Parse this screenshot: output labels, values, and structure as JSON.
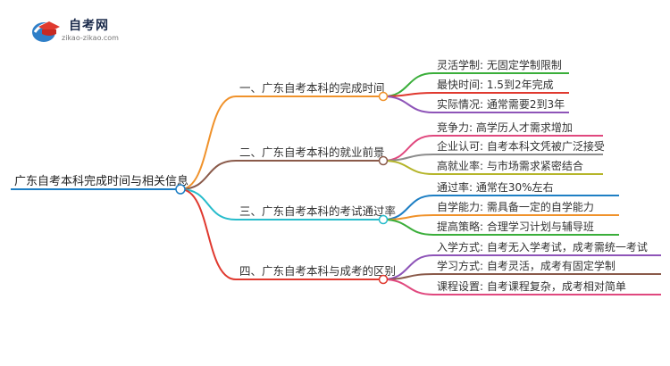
{
  "logo": {
    "name": "自考网",
    "domain": "zikao-zikao.com",
    "icon": "graduation-cap-icon"
  },
  "mindmap": {
    "root": "广东自考本科完成时间与相关信息",
    "branches": [
      {
        "label": "一、广东自考本科的完成时间",
        "color": "#f0922b",
        "leaves": [
          {
            "label": "灵活学制: 无固定学制限制",
            "color": "#3aae3a"
          },
          {
            "label": "最快时间: 1.5到2年完成",
            "color": "#e0392f"
          },
          {
            "label": "实际情况: 通常需要2到3年",
            "color": "#8e54b8"
          }
        ]
      },
      {
        "label": "二、广东自考本科的就业前景",
        "color": "#8a5a4a",
        "leaves": [
          {
            "label": "竞争力: 高学历人才需求增加",
            "color": "#e0487e"
          },
          {
            "label": "企业认可: 自考本科文凭被广泛接受",
            "color": "#8c8c8c"
          },
          {
            "label": "高就业率: 与市场需求紧密结合",
            "color": "#b5b52a"
          }
        ]
      },
      {
        "label": "三、广东自考本科的考试通过率",
        "color": "#27bccb",
        "leaves": [
          {
            "label": "通过率: 通常在30%左右",
            "color": "#1e7fc4"
          },
          {
            "label": "自学能力: 需具备一定的自学能力",
            "color": "#f0922b"
          },
          {
            "label": "提高策略: 合理学习计划与辅导班",
            "color": "#3aae3a"
          }
        ]
      },
      {
        "label": "四、广东自考本科与成考的区别",
        "color": "#e0392f",
        "leaves": [
          {
            "label": "入学方式: 自考无入学考试，成考需统一考试",
            "color": "#8e54b8"
          },
          {
            "label": "学习方式: 自考灵活，成考有固定学制",
            "color": "#8a5a4a"
          },
          {
            "label": "课程设置: 自考课程复杂，成考相对简单",
            "color": "#e0487e"
          }
        ]
      }
    ],
    "root_color": "#1e7fc4"
  }
}
